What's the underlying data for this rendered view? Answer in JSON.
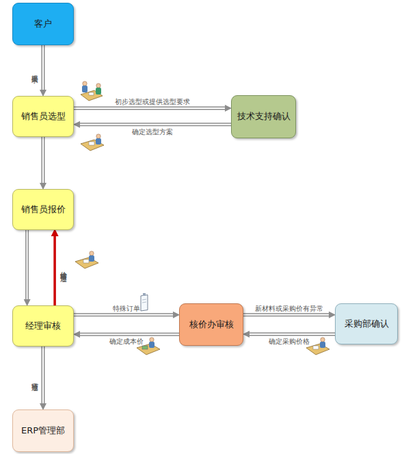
{
  "diagram": {
    "nodes": [
      {
        "text": [
          "客户"
        ]
      },
      {
        "text": [
          "销售员选型"
        ]
      },
      {
        "text": [
          "技术支持确认"
        ]
      },
      {
        "text": [
          "销售员报价"
        ]
      },
      {
        "text": [
          "经理审核"
        ]
      },
      {
        "text": [
          "核价办审核"
        ]
      },
      {
        "text": [
          "采购部确认"
        ]
      },
      {
        "text": [
          "ERP管理部"
        ]
      }
    ],
    "edges": [
      {
        "from": 0,
        "to": 1,
        "label": "提出要求",
        "arrow": "to"
      },
      {
        "from": 1,
        "to": 2,
        "label": "初步选型或提供选型要求",
        "arrow": "to"
      },
      {
        "from": 2,
        "to": 1,
        "label": "确定选型方案",
        "arrow": "to"
      },
      {
        "from": 1,
        "to": 3,
        "arrow": "to"
      },
      {
        "from": 3,
        "to": 4,
        "arrow": "to"
      },
      {
        "from": 4,
        "to": 3,
        "label": "价格审核不通过",
        "arrow": "to"
      },
      {
        "from": 4,
        "to": 5,
        "label": "特殊订单",
        "arrow": "to"
      },
      {
        "from": 5,
        "to": 4,
        "label": "确定成本价",
        "arrow": "to"
      },
      {
        "from": 5,
        "to": 6,
        "label": "新材料或采购价有异常",
        "arrow": "to"
      },
      {
        "from": 6,
        "to": 5,
        "label": "确定采购价格",
        "arrow": "to"
      },
      {
        "from": 4,
        "to": 7,
        "label": "审核通过",
        "arrow": "to"
      }
    ]
  }
}
